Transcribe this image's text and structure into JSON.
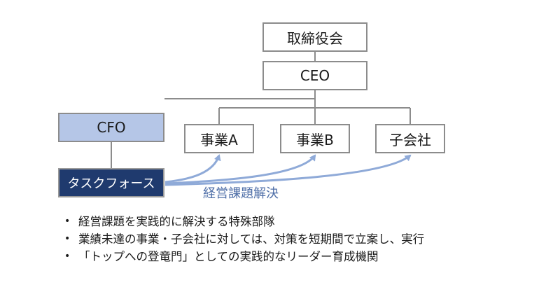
{
  "org_chart": {
    "board": "取締役会",
    "ceo": "CEO",
    "cfo": "CFO",
    "business_a": "事業A",
    "business_b": "事業B",
    "subsidiary": "子会社",
    "task_force": "タスクフォース",
    "arrow_label": "経営課題解決"
  },
  "bullets": [
    "経営課題を実践的に解決する特殊部隊",
    "業績未達の事業・子会社に対しては、対策を短期間で立案し、実行",
    "「トップへの登竜門」としての実践的なリーダー育成機関"
  ],
  "colors": {
    "connector": "#8c8c8c",
    "cfo_fill": "#b5c6e7",
    "task_force_fill": "#1f3a6e",
    "arrow": "#8faad8",
    "arrow_label": "#4f6fa8"
  }
}
